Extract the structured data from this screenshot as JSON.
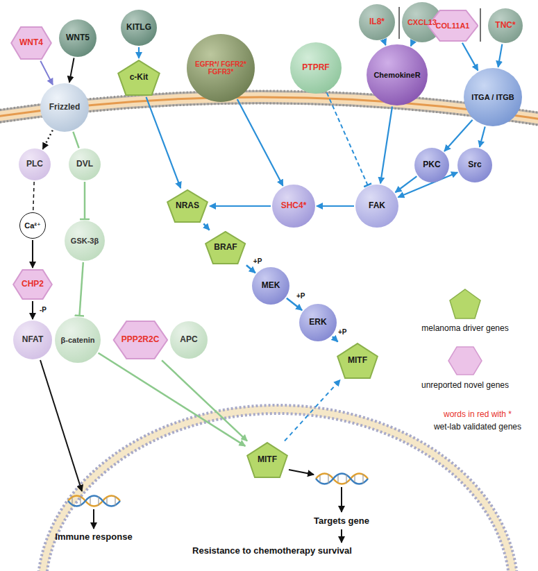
{
  "diagram": {
    "nodes": [
      {
        "text": [
          "WNT4"
        ]
      },
      {
        "text": [
          "WNT5"
        ]
      },
      {
        "text": [
          "KITLG"
        ]
      },
      {
        "text": [
          "c-Kit"
        ]
      },
      {
        "text": [
          "EGFR*/ FGFR2* FGFR3*"
        ]
      },
      {
        "text": [
          "PTPRF"
        ]
      },
      {
        "text": [
          "IL8*"
        ]
      },
      {
        "text": [
          "CXCL13"
        ]
      },
      {
        "text": [
          "ChemokineR"
        ]
      },
      {
        "text": [
          "COL11A1"
        ]
      },
      {
        "text": [
          "TNC*"
        ]
      },
      {
        "text": [
          "ITGA / ITGB"
        ]
      },
      {
        "text": [
          "Frizzled"
        ]
      },
      {
        "text": [
          "PLC"
        ]
      },
      {
        "text": [
          "DVL"
        ]
      },
      {
        "text": [
          "PKC"
        ]
      },
      {
        "text": [
          "Src"
        ]
      },
      {
        "text": [
          "NRAS"
        ]
      },
      {
        "text": [
          "SHC4*"
        ]
      },
      {
        "text": [
          "FAK"
        ]
      },
      {
        "text": [
          "GSK-3β"
        ]
      },
      {
        "text": [
          "BRAF"
        ]
      },
      {
        "text": [
          "Ca²⁺"
        ]
      },
      {
        "text": [
          "MEK"
        ]
      },
      {
        "text": [
          "CHP2"
        ]
      },
      {
        "text": [
          "ERK"
        ]
      },
      {
        "text": [
          "NFAT"
        ]
      },
      {
        "text": [
          "β-catenin"
        ]
      },
      {
        "text": [
          "PPP2R2C"
        ]
      },
      {
        "text": [
          "APC"
        ]
      },
      {
        "text": [
          "MITF"
        ]
      },
      {
        "text": [
          "MITF"
        ]
      }
    ],
    "edges": [
      {
        "from": 0,
        "to": 12,
        "arrow": "to"
      },
      {
        "from": 1,
        "to": 12,
        "arrow": "to"
      },
      {
        "from": 2,
        "to": 3,
        "arrow": "to"
      },
      {
        "from": 12,
        "to": 13,
        "arrow": "to"
      },
      {
        "from": 13,
        "to": 22,
        "arrow": "none"
      },
      {
        "from": 22,
        "to": 24,
        "arrow": "to"
      },
      {
        "from": 24,
        "to": 26,
        "arrow": "to",
        "label": "-P"
      },
      {
        "from": 12,
        "to": 14,
        "arrow": "none"
      },
      {
        "from": 14,
        "to": 20,
        "arrow": "to"
      },
      {
        "from": 20,
        "to": 27,
        "arrow": "to"
      },
      {
        "from": 3,
        "to": 17,
        "arrow": "to"
      },
      {
        "from": 4,
        "to": 18,
        "arrow": "to"
      },
      {
        "from": 5,
        "to": 19,
        "arrow": "to"
      },
      {
        "from": 6,
        "to": 8,
        "arrow": "to"
      },
      {
        "from": 7,
        "to": 8,
        "arrow": "to"
      },
      {
        "from": 9,
        "to": 11,
        "arrow": "to"
      },
      {
        "from": 10,
        "to": 11,
        "arrow": "to"
      },
      {
        "from": 8,
        "to": 19,
        "arrow": "to"
      },
      {
        "from": 11,
        "to": 15,
        "arrow": "to"
      },
      {
        "from": 11,
        "to": 16,
        "arrow": "to"
      },
      {
        "from": 15,
        "to": 19,
        "arrow": "to"
      },
      {
        "from": 16,
        "to": 19,
        "arrow": "both"
      },
      {
        "from": 19,
        "to": 18,
        "arrow": "to"
      },
      {
        "from": 18,
        "to": 17,
        "arrow": "to"
      },
      {
        "from": 17,
        "to": 21,
        "arrow": "to"
      },
      {
        "from": 21,
        "to": 23,
        "arrow": "to",
        "label": "+P"
      },
      {
        "from": 23,
        "to": 25,
        "arrow": "to",
        "label": "+P"
      },
      {
        "from": 25,
        "to": 30,
        "arrow": "to",
        "label": "+P"
      },
      {
        "from": 31,
        "to": 30,
        "arrow": "to"
      },
      {
        "from": 27,
        "to": 31,
        "arrow": "to"
      },
      {
        "from": 28,
        "to": 31,
        "arrow": "to"
      }
    ],
    "labels": [
      "words in red with *",
      "Immune response",
      "Targets gene",
      "Resistance to chemotherapy survival"
    ],
    "legend": [
      {
        "text": "melanoma driver genes"
      },
      {
        "text": "unreported novel genes"
      },
      {
        "text": "wet-lab validated genes"
      }
    ]
  }
}
